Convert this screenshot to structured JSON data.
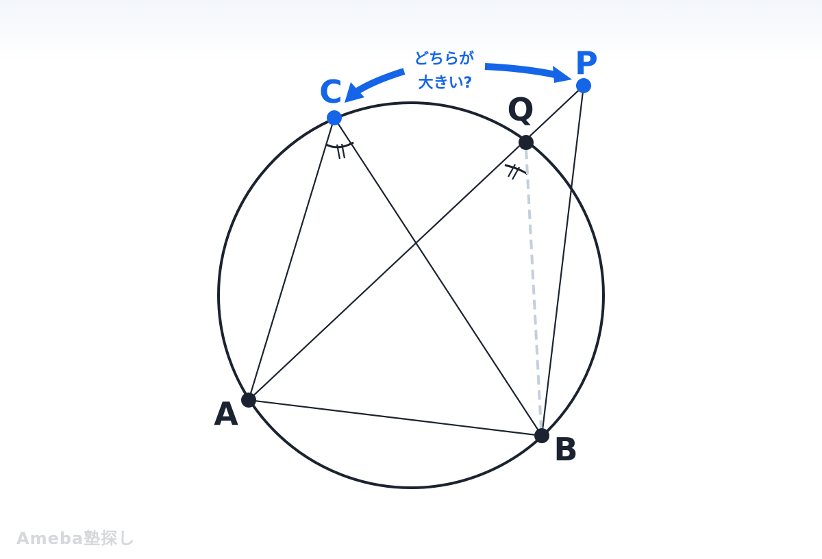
{
  "diagram": {
    "question_line1": "どちらが",
    "question_line2": "大きい?",
    "points": {
      "A": "A",
      "B": "B",
      "C": "C",
      "P": "P",
      "Q": "Q"
    },
    "colors": {
      "accent": "#1565e8",
      "ink": "#1c2330",
      "dashed": "#c3cfdc"
    }
  },
  "logo": "Ameba塾探し"
}
